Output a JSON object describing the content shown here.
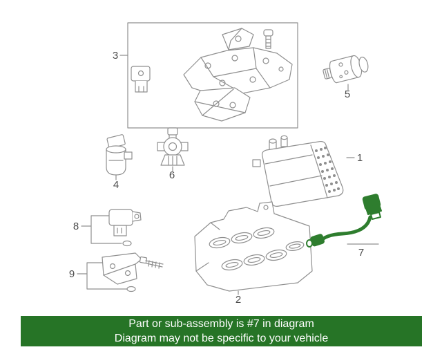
{
  "diagram": {
    "type": "exploded-parts-diagram",
    "highlighted_part_label": "7"
  },
  "labels": {
    "p1": "1",
    "p2": "2",
    "p3": "3",
    "p4": "4",
    "p5": "5",
    "p6": "6",
    "p7": "7",
    "p8": "8",
    "p9": "9"
  },
  "banner": {
    "line1": "Part or sub-assembly is #7 in diagram",
    "line2": "Diagram may not be specific to your vehicle"
  },
  "colors": {
    "line": "#8f8f8f",
    "label_text": "#4c4c4c",
    "highlight_green": "#2e7d2e",
    "banner_bg": "#267426",
    "banner_text": "#ffffff"
  }
}
